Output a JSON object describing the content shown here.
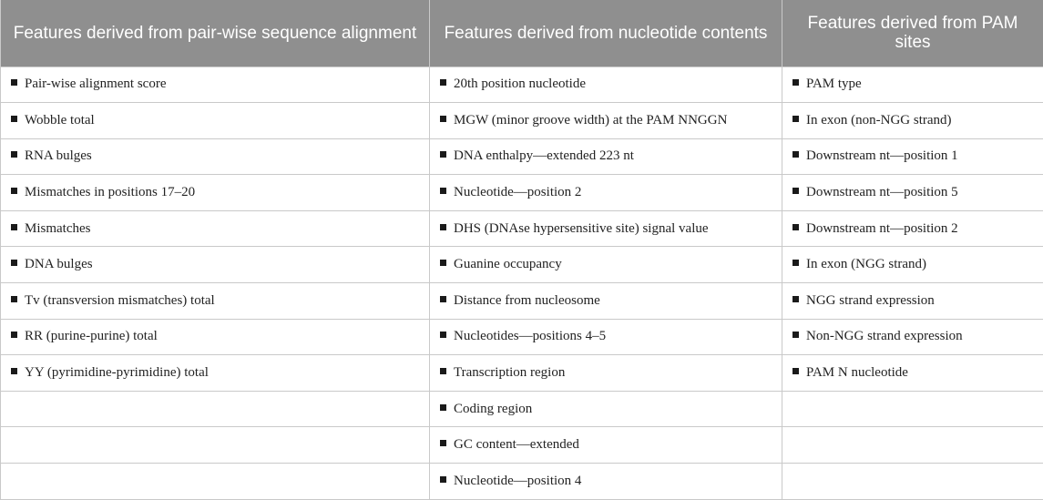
{
  "headers": [
    "Features derived from pair-wise sequence alignment",
    "Features derived from nucleotide contents",
    "Features derived from PAM sites"
  ],
  "rows": [
    [
      "Pair-wise alignment score",
      "20th position nucleotide",
      "PAM type"
    ],
    [
      "Wobble total",
      "MGW (minor groove width) at the PAM NNGGN",
      "In exon (non-NGG strand)"
    ],
    [
      "RNA bulges",
      "DNA enthalpy—extended 223 nt",
      "Downstream nt—position 1"
    ],
    [
      "Mismatches in positions 17–20",
      "Nucleotide—position 2",
      "Downstream nt—position 5"
    ],
    [
      "Mismatches",
      "DHS (DNAse hypersensitive site) signal value",
      "Downstream nt—position 2"
    ],
    [
      "DNA bulges",
      "Guanine occupancy",
      "In exon (NGG strand)"
    ],
    [
      "Tv (transversion mismatches) total",
      "Distance from nucleosome",
      "NGG strand expression"
    ],
    [
      "RR (purine-purine) total",
      "Nucleotides—positions 4–5",
      "Non-NGG strand expression"
    ],
    [
      "YY (pyrimidine-pyrimidine) total",
      "Transcription region",
      "PAM N nucleotide"
    ],
    [
      "",
      "Coding region",
      ""
    ],
    [
      "",
      "GC content—extended",
      ""
    ],
    [
      "",
      "Nucleotide—position 4",
      ""
    ]
  ]
}
